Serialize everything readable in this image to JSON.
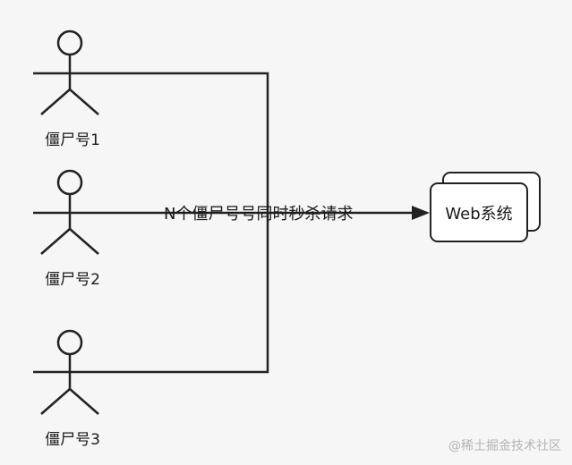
{
  "actors": [
    {
      "label": "僵尸号1"
    },
    {
      "label": "僵尸号2"
    },
    {
      "label": "僵尸号3"
    }
  ],
  "edge": {
    "label": "N个僵尸号号同时秒杀请求"
  },
  "target": {
    "label": "Web系统"
  },
  "watermark": "@稀土掘金技术社区",
  "colors": {
    "background": "#f6f6f6",
    "stroke": "#222222",
    "box_fill": "#ffffff",
    "watermark": "#b4b4b4"
  }
}
